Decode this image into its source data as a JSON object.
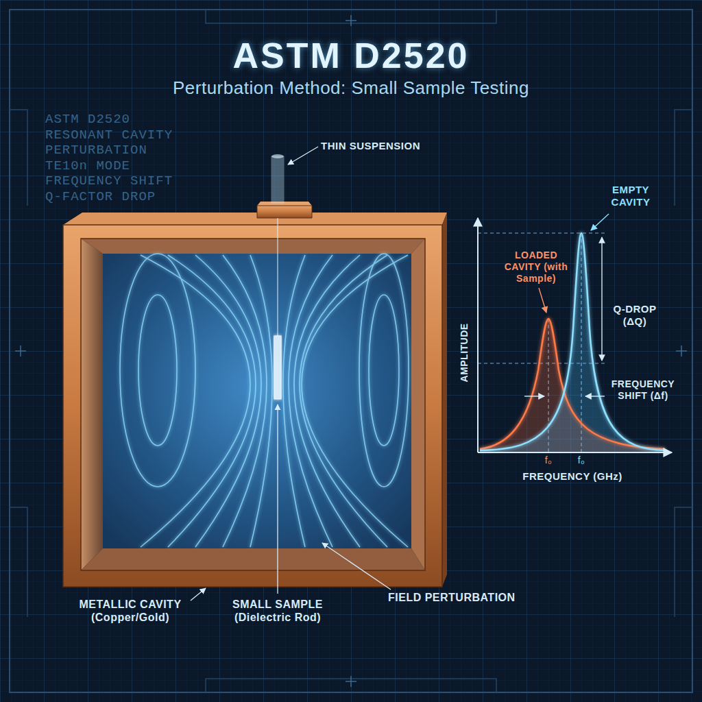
{
  "diagram": {
    "title": "ASTM D2520",
    "labels": [
      "Perturbation Method: Small Sample Testing",
      "ASTM D2520",
      "RESONANT CAVITY",
      "PERTURBATION",
      "TE10n MODE",
      "FREQUENCY SHIFT",
      "Q-FACTOR DROP",
      "THIN SUSPENSION",
      "EMPTY CAVITY",
      "LOADED CAVITY (with Sample)",
      "Q-DROP (ΔQ)",
      "FREQUENCY SHIFT (Δf)",
      "AMPLITUDE",
      "f₀",
      "f₀",
      "FREQUENCY (GHz)",
      "FIELD PERTURBATION",
      "METALLIC CAVITY (Copper/Gold)",
      "SMALL SAMPLE (Dielectric Rod)"
    ]
  }
}
